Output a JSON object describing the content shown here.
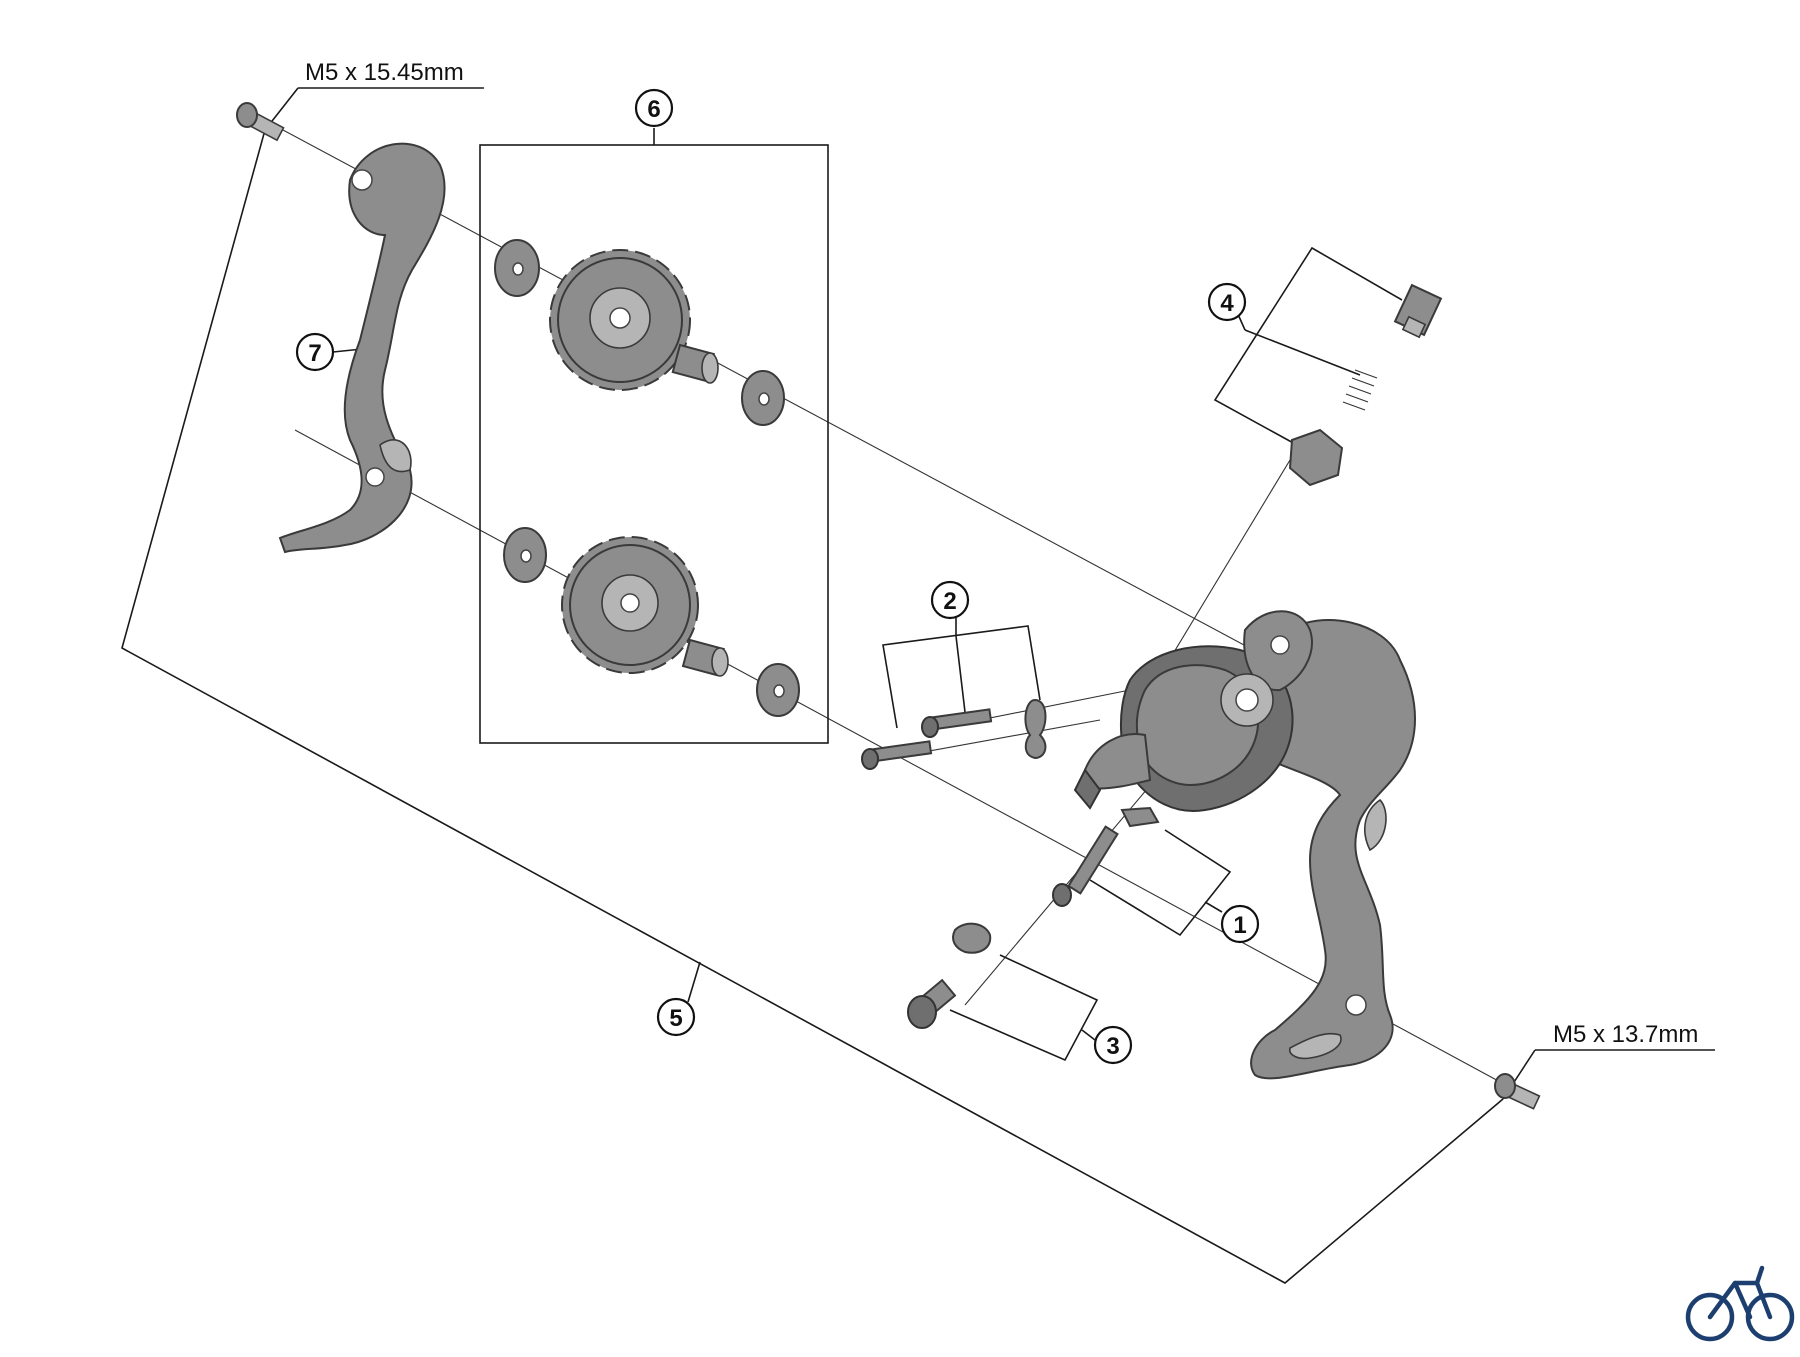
{
  "callouts": [
    {
      "id": "1",
      "label": "1"
    },
    {
      "id": "2",
      "label": "2"
    },
    {
      "id": "3",
      "label": "3"
    },
    {
      "id": "4",
      "label": "4"
    },
    {
      "id": "5",
      "label": "5"
    },
    {
      "id": "6",
      "label": "6"
    },
    {
      "id": "7",
      "label": "7"
    }
  ],
  "dimensions": {
    "top_bolt": "M5 x 15.45mm",
    "bottom_bolt": "M5 x 13.7mm"
  },
  "logo_icon": "bicycle-icon",
  "colors": {
    "part_fill": "#8d8d8d",
    "line": "#1a1a1a",
    "logo": "#1c3f70"
  }
}
